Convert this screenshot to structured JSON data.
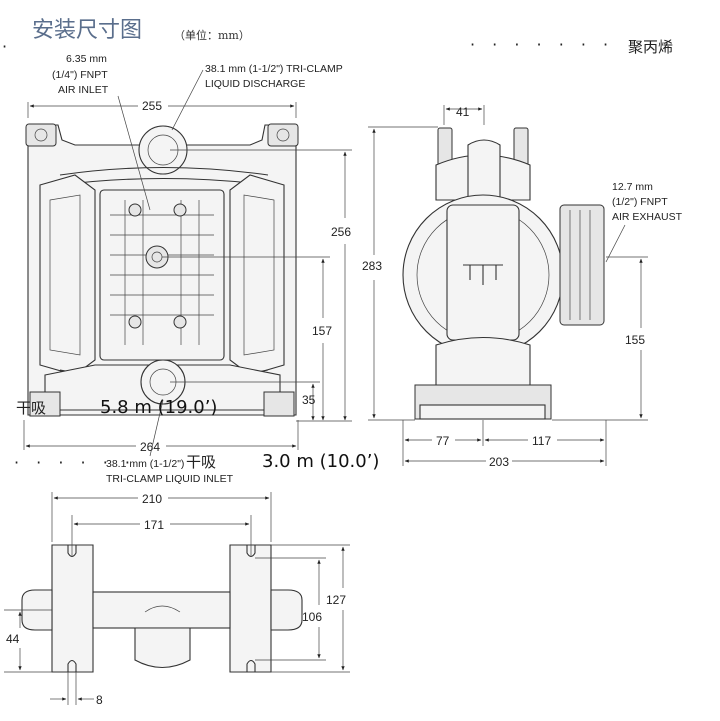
{
  "header": {
    "title": "安装尺寸图",
    "unit": "（单位：mm）",
    "material": "聚丙烯"
  },
  "callouts": {
    "air_inlet": [
      "6.35 mm",
      "(1/4\") FNPT",
      "AIR INLET"
    ],
    "liquid_discharge": [
      "38.1 mm (1-1/2\") TRI-CLAMP",
      "LIQUID DISCHARGE"
    ],
    "air_exhaust": [
      "12.7 mm",
      "(1/2\") FNPT",
      "AIR EXHAUST"
    ],
    "liquid_inlet": [
      "38.1 mm (1-1/2\")",
      "TRI-CLAMP LIQUID INLET"
    ]
  },
  "suction": {
    "dry_suction_label_1": "干吸",
    "dry_suction_value_1": "5.8 m (19.0’)",
    "dry_suction_label_2": "干吸",
    "dry_suction_value_2": "3.0 m (10.0’)"
  },
  "front_view": {
    "width_top": "255",
    "height_256": "256",
    "height_157": "157",
    "height_35": "35",
    "width_bottom": "264"
  },
  "side_view": {
    "width_top": "41",
    "height_283": "283",
    "height_155": "155",
    "base_77": "77",
    "base_117": "117",
    "base_203": "203"
  },
  "top_view": {
    "width_210": "210",
    "width_171": "171",
    "height_127": "127",
    "height_106": "106",
    "height_44": "44",
    "slot_8": "8"
  }
}
